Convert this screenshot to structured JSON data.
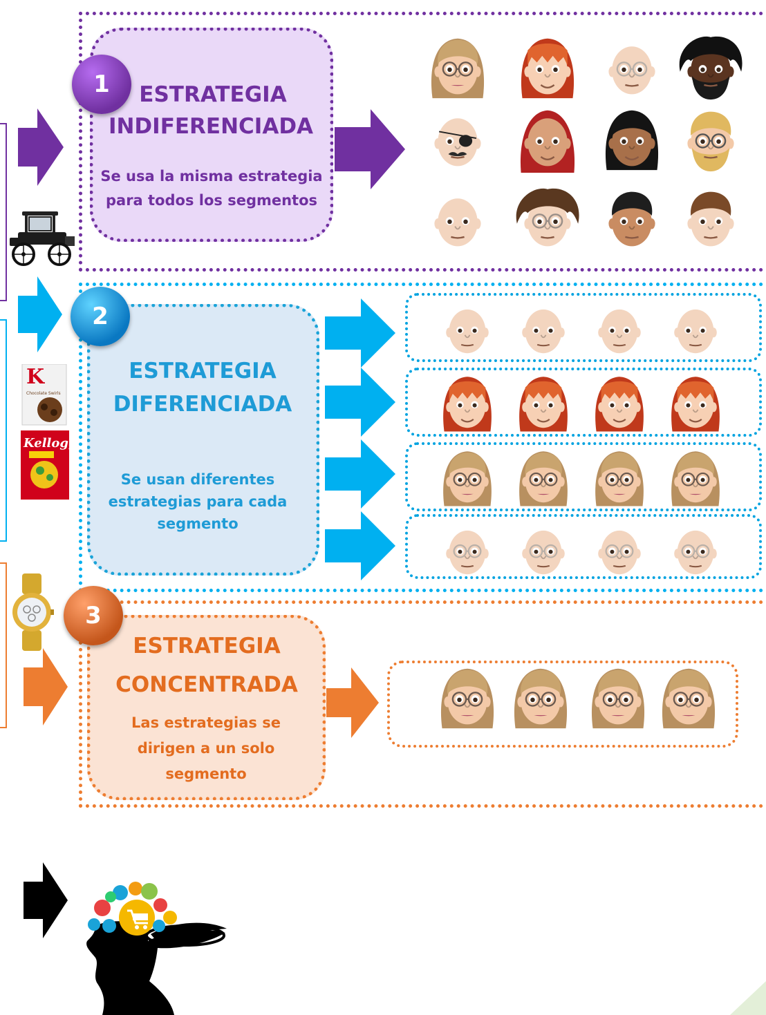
{
  "colors": {
    "purple": "#7030a0",
    "purple_fill": "#ead9f8",
    "blue": "#00b0f0",
    "blue_dark": "#1aa3d8",
    "blue_fill": "#dbe9f6",
    "orange": "#ed7d31",
    "orange_fill": "#fbe3d4",
    "text_purple": "#7030a0",
    "text_blue": "#1e9bd6",
    "text_orange": "#e36c1f",
    "black": "#000000"
  },
  "strategies": [
    {
      "number": "1",
      "title_line1": "ESTRATEGIA",
      "title_line2": "INDIFERENCIADA",
      "desc_line1": "Se usa la misma estrategia",
      "desc_line2": "para todos los segmentos",
      "example_icon": "vintage-car-icon"
    },
    {
      "number": "2",
      "title_line1": "ESTRATEGIA",
      "title_line2": "DIFERENCIADA",
      "desc_line1": "Se usan diferentes",
      "desc_line2": "estrategias para cada",
      "desc_line3": "segmento",
      "example_icon": "cereal-box-icon"
    },
    {
      "number": "3",
      "title_line1": "ESTRATEGIA",
      "title_line2": "CONCENTRADA",
      "desc_line1": "Las estrategias se",
      "desc_line2": "dirigen a un solo",
      "desc_line3": "segmento",
      "example_icon": "gold-watch-icon"
    }
  ],
  "bottom_icon": "head-shopping-icon"
}
